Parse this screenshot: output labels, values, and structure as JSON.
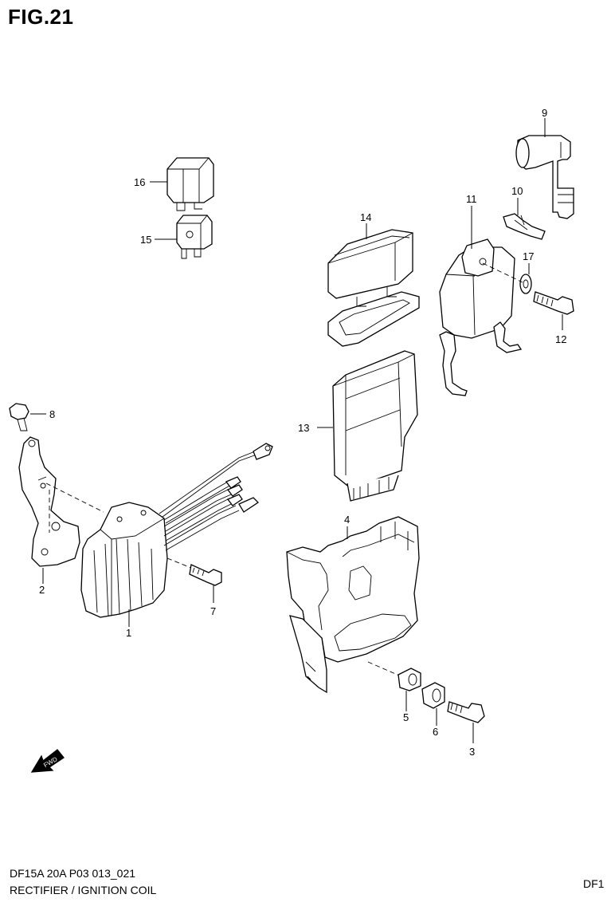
{
  "figure": {
    "title": "FIG.21"
  },
  "footer": {
    "code": "DF15A 20A  P03 013_021",
    "caption": "RECTIFIER / IGNITION COIL",
    "right_fragment": "DF1"
  },
  "callouts": [
    {
      "id": "c1",
      "number": "1"
    },
    {
      "id": "c2",
      "number": "2"
    },
    {
      "id": "c3",
      "number": "3"
    },
    {
      "id": "c4",
      "number": "4"
    },
    {
      "id": "c5",
      "number": "5"
    },
    {
      "id": "c6",
      "number": "6"
    },
    {
      "id": "c7",
      "number": "7"
    },
    {
      "id": "c8",
      "number": "8"
    },
    {
      "id": "c9",
      "number": "9"
    },
    {
      "id": "c10",
      "number": "10"
    },
    {
      "id": "c11",
      "number": "11"
    },
    {
      "id": "c12",
      "number": "12"
    },
    {
      "id": "c13",
      "number": "13"
    },
    {
      "id": "c14",
      "number": "14"
    },
    {
      "id": "c15",
      "number": "15"
    },
    {
      "id": "c16",
      "number": "16"
    },
    {
      "id": "c17",
      "number": "17"
    }
  ],
  "fwd_arrow": {
    "text": "FWD"
  }
}
